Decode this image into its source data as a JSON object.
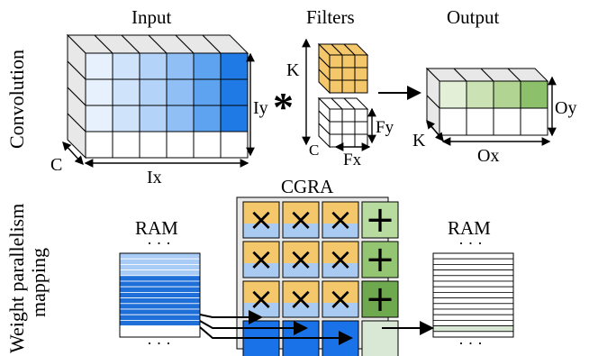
{
  "labels": {
    "convolution": "Convolution",
    "weight_mapping_line1": "Weight parallelism",
    "weight_mapping_line2": "mapping",
    "input_title": "Input",
    "filters_title": "Filters",
    "output_title": "Output",
    "cgra_title": "CGRA",
    "ram_left": "RAM",
    "ram_right": "RAM",
    "dots": "· · ·",
    "ix": "Ix",
    "iy": "Iy",
    "c_input": "C",
    "k_filters": "K",
    "fy": "Fy",
    "fx": "Fx",
    "c_filters": "C",
    "ox": "Ox",
    "oy": "Oy",
    "k_output": "K",
    "conv_operator": "*",
    "mul_symbol": "×",
    "add_symbol": "+"
  },
  "colors": {
    "input_gradient": [
      "#e6f1fd",
      "#cfe3fb",
      "#b3d3f9",
      "#90bff6",
      "#5ea3f0",
      "#1f7ae6"
    ],
    "filter_yellow": "#f4c86a",
    "output_greens": [
      "#e4efd8",
      "#cbe3b4",
      "#b1d493",
      "#8cc06a"
    ],
    "cgra_yellow": "#f4c86a",
    "cgra_blue": "#a9cbf2",
    "cgra_green_light": "#b8dba0",
    "cgra_green_mid": "#93c573",
    "cgra_green_dark": "#6fa94f",
    "cgra_blue_dark": "#1a72e8",
    "cgra_grey_green": "#d8e8d4",
    "ram_blue_light": "#a8ccf6",
    "ram_blue_dark": "#1f6fd8",
    "cgra_frame": "#e8e8e8"
  },
  "icons": [
    "times-icon",
    "plus-icon",
    "arrow-right-icon",
    "asterisk-icon"
  ]
}
